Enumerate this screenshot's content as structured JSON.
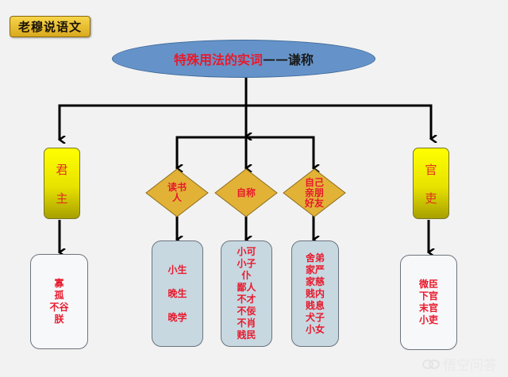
{
  "badge": {
    "label": "老穆说语文"
  },
  "root": {
    "title_red": "特殊用法的实词",
    "title_dash": "——",
    "title_dark": "谦称"
  },
  "left_branch": {
    "pillar": [
      "君",
      "主"
    ],
    "terms": [
      "寡",
      "孤",
      "不谷",
      "朕"
    ]
  },
  "middle_branches": [
    {
      "label": "读书人",
      "label_lines": [
        "读书",
        "人"
      ],
      "terms": [
        "小生",
        "晚生",
        "晚学"
      ]
    },
    {
      "label": "自称",
      "label_lines": [
        "自称"
      ],
      "terms": [
        "小可",
        "小子",
        "仆",
        "鄙人",
        "不才",
        "不佞",
        "不肖",
        "贱民"
      ]
    },
    {
      "label": "自己亲朋好友",
      "label_lines": [
        "自己",
        "亲朋",
        "好友"
      ],
      "terms": [
        "舍弟",
        "家严",
        "家慈",
        "贱内",
        "贱息",
        "犬子",
        "小女"
      ]
    }
  ],
  "right_branch": {
    "pillar": [
      "官",
      "吏"
    ],
    "terms": [
      "微臣",
      "下官",
      "末官",
      "小吏"
    ]
  },
  "watermark": {
    "icon": "chat-bubbles-icon",
    "text": "悟空问答"
  },
  "colors": {
    "accent_red": "#e8192c",
    "ellipse_blue": "#6593c9",
    "pillar_yellow": "#ffff00",
    "diamond_gold": "#e2b237",
    "box_blue": "#c7d8e1"
  }
}
